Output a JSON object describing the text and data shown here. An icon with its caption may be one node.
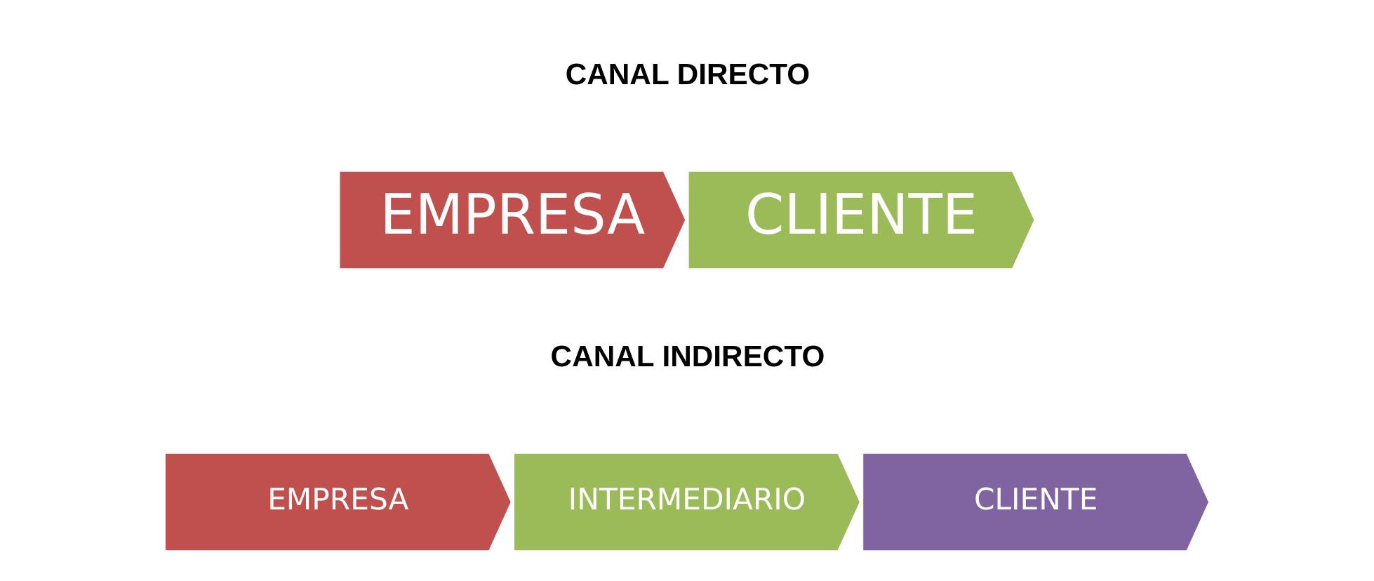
{
  "diagram": {
    "nodes": [
      {
        "text": [
          "EMPRESA"
        ]
      },
      {
        "text": [
          "CLIENTE"
        ]
      },
      {
        "text": [
          "EMPRESA"
        ]
      },
      {
        "text": [
          "INTERMEDIARIO"
        ]
      },
      {
        "text": [
          "CLIENTE"
        ]
      }
    ],
    "labels": [
      "CANAL DIRECTO",
      "CANAL INDIRECTO"
    ]
  }
}
